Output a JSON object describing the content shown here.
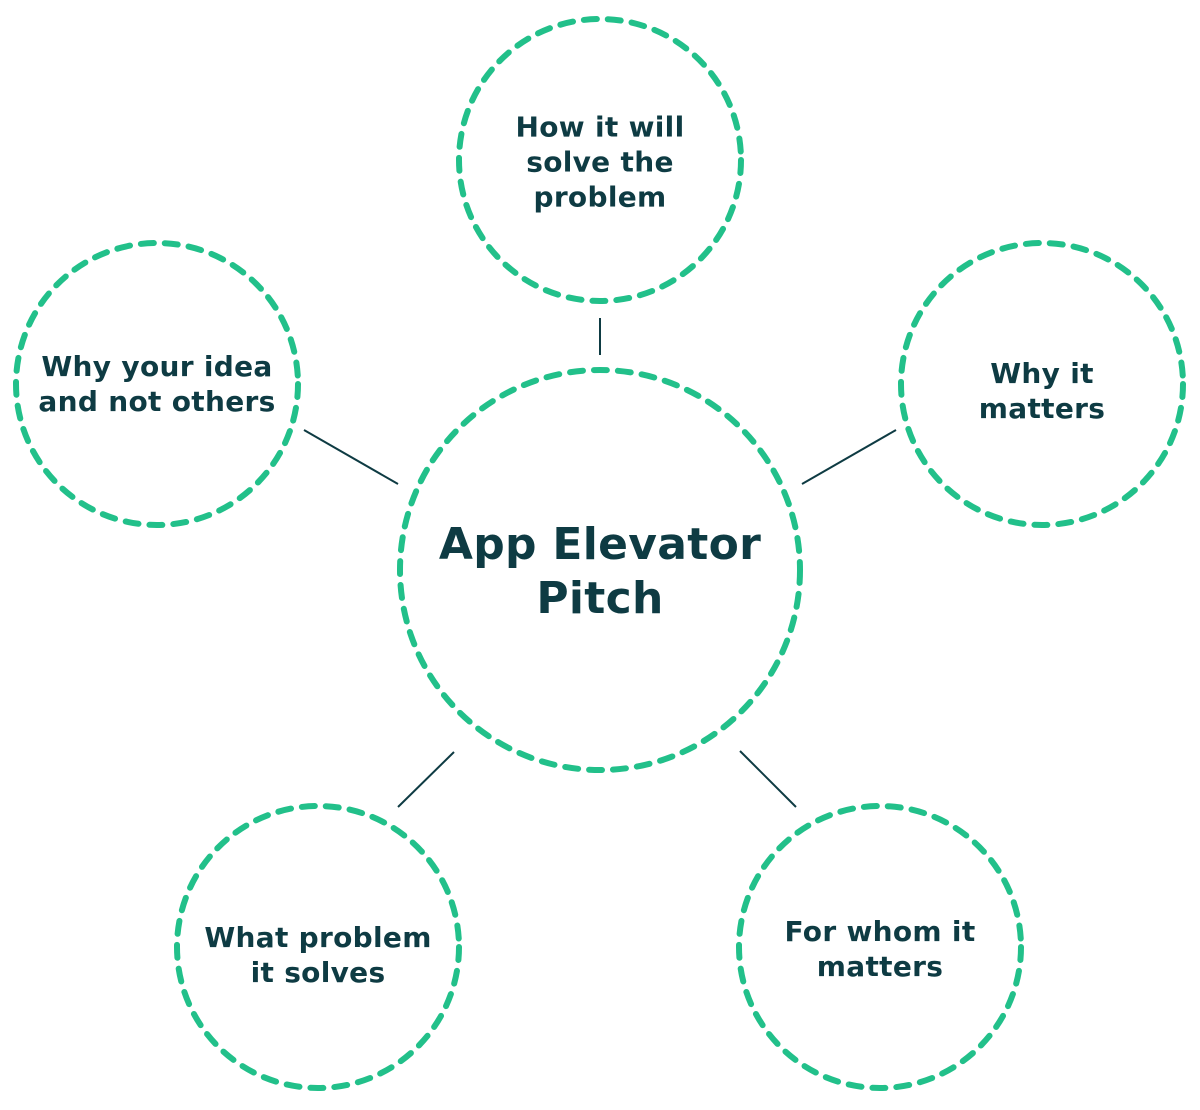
{
  "diagram": {
    "center": {
      "label": "App Elevator\nPitch"
    },
    "nodes": [
      {
        "id": "how",
        "label": "How it will\nsolve the\nproblem"
      },
      {
        "id": "why-matters",
        "label": "Why it\nmatters"
      },
      {
        "id": "for-whom",
        "label": "For whom it\nmatters"
      },
      {
        "id": "what-problem",
        "label": "What problem\nit solves"
      },
      {
        "id": "why-idea",
        "label": "Why your idea\nand not others"
      }
    ],
    "colors": {
      "circle_stroke": "#22c08a",
      "connector": "#0e3b43",
      "text": "#0e3b43"
    }
  }
}
